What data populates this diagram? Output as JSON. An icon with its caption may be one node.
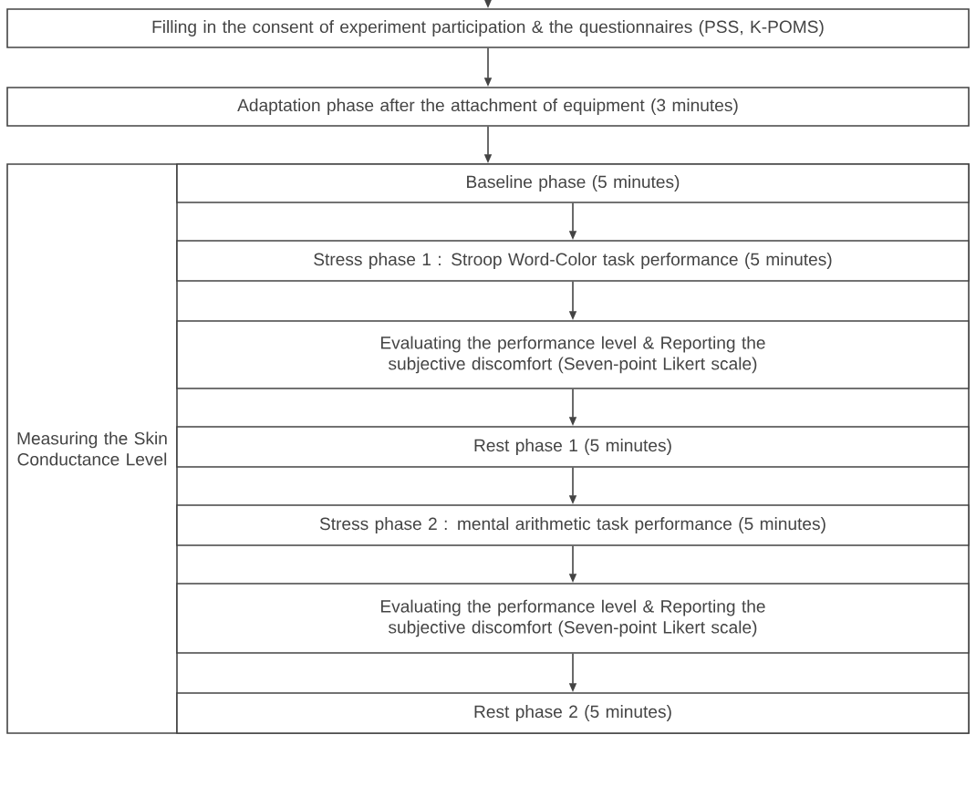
{
  "diagram": {
    "nodes": [
      {
        "text": [
          "Filling in the consent of experiment participation & the questionnaires (PSS, K-POMS)"
        ]
      },
      {
        "text": [
          "Adaptation phase after the attachment of equipment (3 minutes)"
        ]
      },
      {
        "text": [
          "Measuring the Skin Conductance Level"
        ]
      },
      {
        "text": [
          "Baseline phase (5 minutes)"
        ],
        "in": 2
      },
      {
        "text": [
          "Stress phase 1 : Stroop Word-Color task performance (5 minutes)"
        ],
        "in": 2
      },
      {
        "text": [
          "Evaluating the performance level & Reporting the subjective discomfort (Seven-point Likert scale)"
        ],
        "in": 2
      },
      {
        "text": [
          "Rest phase 1 (5 minutes)"
        ],
        "in": 2
      },
      {
        "text": [
          "Stress phase 2 : mental arithmetic task performance (5 minutes)"
        ],
        "in": 2
      },
      {
        "text": [
          "Evaluating the performance level & Reporting the subjective discomfort (Seven-point Likert scale)"
        ],
        "in": 2
      },
      {
        "text": [
          "Rest phase 2 (5 minutes)"
        ],
        "in": 2
      }
    ],
    "edges": [
      {
        "from": null,
        "to": 0,
        "arrow": "to"
      },
      {
        "from": 0,
        "to": 1,
        "arrow": "to"
      },
      {
        "from": 1,
        "to": 2,
        "arrow": "to"
      },
      {
        "from": 3,
        "to": 4,
        "arrow": "to"
      },
      {
        "from": 4,
        "to": 5,
        "arrow": "to"
      },
      {
        "from": 5,
        "to": 6,
        "arrow": "to"
      },
      {
        "from": 6,
        "to": 7,
        "arrow": "to"
      },
      {
        "from": 7,
        "to": 8,
        "arrow": "to"
      },
      {
        "from": 8,
        "to": 9,
        "arrow": "to"
      }
    ]
  }
}
